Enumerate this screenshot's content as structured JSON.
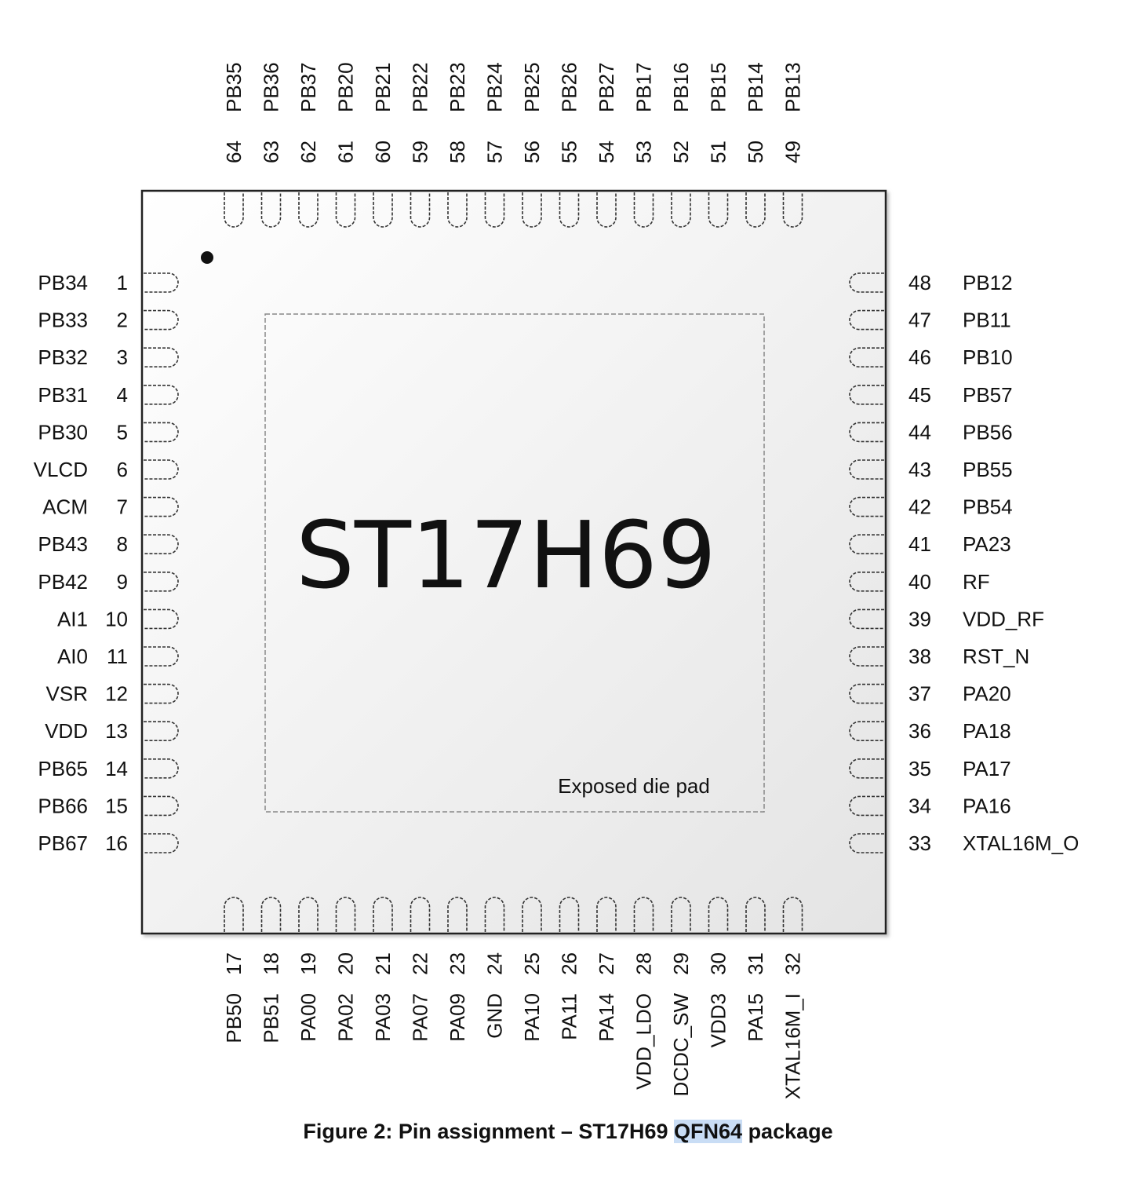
{
  "chip": {
    "name": "ST17H69",
    "pad_label": "Exposed die pad"
  },
  "caption": {
    "prefix": "Figure 2: Pin assignment – ST17H69",
    "highlight": "QFN64",
    "suffix": "package"
  },
  "pins": {
    "left": [
      {
        "num": "1",
        "name": "PB34"
      },
      {
        "num": "2",
        "name": "PB33"
      },
      {
        "num": "3",
        "name": "PB32"
      },
      {
        "num": "4",
        "name": "PB31"
      },
      {
        "num": "5",
        "name": "PB30"
      },
      {
        "num": "6",
        "name": "VLCD"
      },
      {
        "num": "7",
        "name": "ACM"
      },
      {
        "num": "8",
        "name": "PB43"
      },
      {
        "num": "9",
        "name": "PB42"
      },
      {
        "num": "10",
        "name": "AI1"
      },
      {
        "num": "11",
        "name": "AI0"
      },
      {
        "num": "12",
        "name": "VSR"
      },
      {
        "num": "13",
        "name": "VDD"
      },
      {
        "num": "14",
        "name": "PB65"
      },
      {
        "num": "15",
        "name": "PB66"
      },
      {
        "num": "16",
        "name": "PB67"
      }
    ],
    "bottom": [
      {
        "num": "17",
        "name": "PB50"
      },
      {
        "num": "18",
        "name": "PB51"
      },
      {
        "num": "19",
        "name": "PA00"
      },
      {
        "num": "20",
        "name": "PA02"
      },
      {
        "num": "21",
        "name": "PA03"
      },
      {
        "num": "22",
        "name": "PA07"
      },
      {
        "num": "23",
        "name": "PA09"
      },
      {
        "num": "24",
        "name": "GND"
      },
      {
        "num": "25",
        "name": "PA10"
      },
      {
        "num": "26",
        "name": "PA11"
      },
      {
        "num": "27",
        "name": "PA14"
      },
      {
        "num": "28",
        "name": "VDD_LDO"
      },
      {
        "num": "29",
        "name": "DCDC_SW"
      },
      {
        "num": "30",
        "name": "VDD3"
      },
      {
        "num": "31",
        "name": "PA15"
      },
      {
        "num": "32",
        "name": "XTAL16M_I"
      }
    ],
    "right": [
      {
        "num": "48",
        "name": "PB12"
      },
      {
        "num": "47",
        "name": "PB11"
      },
      {
        "num": "46",
        "name": "PB10"
      },
      {
        "num": "45",
        "name": "PB57"
      },
      {
        "num": "44",
        "name": "PB56"
      },
      {
        "num": "43",
        "name": "PB55"
      },
      {
        "num": "42",
        "name": "PB54"
      },
      {
        "num": "41",
        "name": "PA23"
      },
      {
        "num": "40",
        "name": "RF"
      },
      {
        "num": "39",
        "name": "VDD_RF"
      },
      {
        "num": "38",
        "name": "RST_N"
      },
      {
        "num": "37",
        "name": "PA20"
      },
      {
        "num": "36",
        "name": "PA18"
      },
      {
        "num": "35",
        "name": "PA17"
      },
      {
        "num": "34",
        "name": "PA16"
      },
      {
        "num": "33",
        "name": "XTAL16M_O"
      }
    ],
    "top": [
      {
        "num": "64",
        "name": "PB35"
      },
      {
        "num": "63",
        "name": "PB36"
      },
      {
        "num": "62",
        "name": "PB37"
      },
      {
        "num": "61",
        "name": "PB20"
      },
      {
        "num": "60",
        "name": "PB21"
      },
      {
        "num": "59",
        "name": "PB22"
      },
      {
        "num": "58",
        "name": "PB23"
      },
      {
        "num": "57",
        "name": "PB24"
      },
      {
        "num": "56",
        "name": "PB25"
      },
      {
        "num": "55",
        "name": "PB26"
      },
      {
        "num": "54",
        "name": "PB27"
      },
      {
        "num": "53",
        "name": "PB17"
      },
      {
        "num": "52",
        "name": "PB16"
      },
      {
        "num": "51",
        "name": "PB15"
      },
      {
        "num": "50",
        "name": "PB14"
      },
      {
        "num": "49",
        "name": "PB13"
      }
    ]
  }
}
